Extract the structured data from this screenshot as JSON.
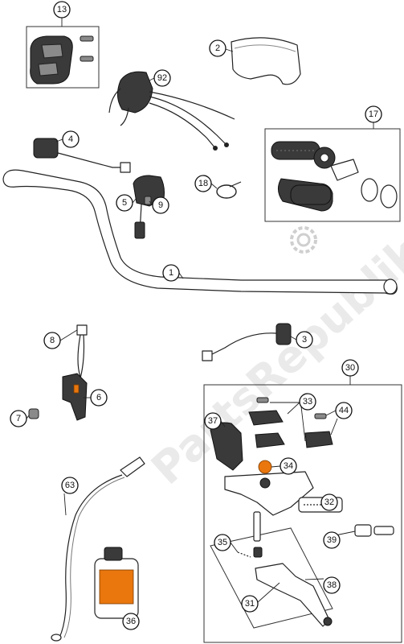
{
  "watermark": {
    "text": "PartsRepublik"
  },
  "callouts": [
    {
      "id": "13",
      "label": "13"
    },
    {
      "id": "2",
      "label": "2"
    },
    {
      "id": "92",
      "label": "92"
    },
    {
      "id": "17",
      "label": "17"
    },
    {
      "id": "4",
      "label": "4"
    },
    {
      "id": "18",
      "label": "18"
    },
    {
      "id": "5",
      "label": "5"
    },
    {
      "id": "9",
      "label": "9"
    },
    {
      "id": "1",
      "label": "1"
    },
    {
      "id": "8",
      "label": "8"
    },
    {
      "id": "3",
      "label": "3"
    },
    {
      "id": "6",
      "label": "6"
    },
    {
      "id": "7",
      "label": "7"
    },
    {
      "id": "30",
      "label": "30"
    },
    {
      "id": "33",
      "label": "33"
    },
    {
      "id": "44",
      "label": "44"
    },
    {
      "id": "37",
      "label": "37"
    },
    {
      "id": "34",
      "label": "34"
    },
    {
      "id": "32",
      "label": "32"
    },
    {
      "id": "63",
      "label": "63"
    },
    {
      "id": "35",
      "label": "35"
    },
    {
      "id": "39",
      "label": "39"
    },
    {
      "id": "38",
      "label": "38"
    },
    {
      "id": "31",
      "label": "31"
    },
    {
      "id": "36",
      "label": "36"
    }
  ]
}
